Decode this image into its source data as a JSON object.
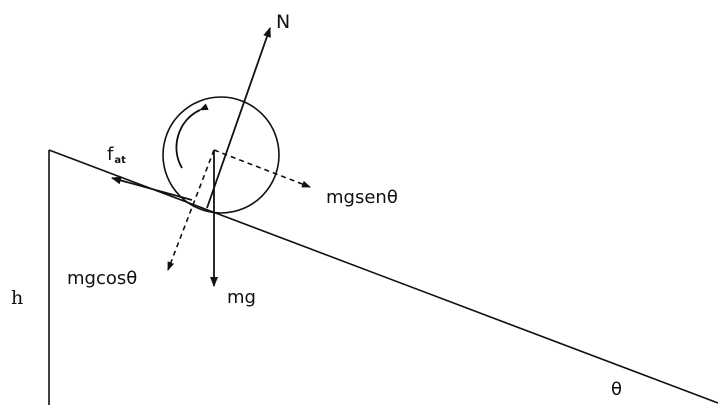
{
  "labels": {
    "normal": "N",
    "friction_base": "f",
    "friction_sub": "at",
    "parallel_component": "mgsenθ",
    "perpendicular_component": "mgcosθ",
    "weight": "mg",
    "height": "h",
    "angle": "θ"
  },
  "colors": {
    "ink": "#111111",
    "background": "#ffffff"
  }
}
